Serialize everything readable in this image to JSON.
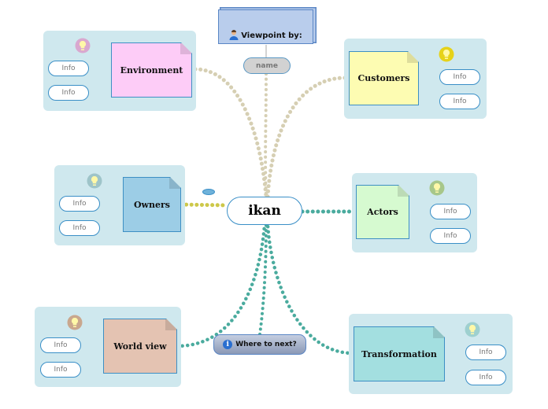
{
  "center": {
    "label": "ikan"
  },
  "viewpoint": {
    "label": "Viewpoint by:",
    "name_placeholder": "name"
  },
  "where_next": {
    "label": "Where to next?"
  },
  "colors": {
    "panel": "#cfe8ee",
    "border": "#3a8fc7",
    "link_beige": "#d9d2b8",
    "link_olive": "#cdc84a",
    "link_teal": "#4aab9e"
  },
  "topics": [
    {
      "id": "environment",
      "label": "Environment",
      "info": [
        "Info",
        "Info"
      ],
      "color": "#fdccf7",
      "bulb": "#d9a8cf"
    },
    {
      "id": "customers",
      "label": "Customers",
      "info": [
        "Info",
        "Info"
      ],
      "color": "#fdfcb2",
      "bulb": "#e6d21a"
    },
    {
      "id": "owners",
      "label": "Owners",
      "info": [
        "Info",
        "Info"
      ],
      "color": "#9ccde6",
      "bulb": "#9ec4c9"
    },
    {
      "id": "actors",
      "label": "Actors",
      "info": [
        "Info",
        "Info"
      ],
      "color": "#d6fad0",
      "bulb": "#a7c78a"
    },
    {
      "id": "world-view",
      "label": "World view",
      "info": [
        "Info",
        "Info"
      ],
      "color": "#e4c3b2",
      "bulb": "#c9a78e"
    },
    {
      "id": "transformation",
      "label": "Transformation",
      "info": [
        "Info",
        "Info"
      ],
      "color": "#a3dfe0",
      "bulb": "#9ed0cf"
    }
  ]
}
